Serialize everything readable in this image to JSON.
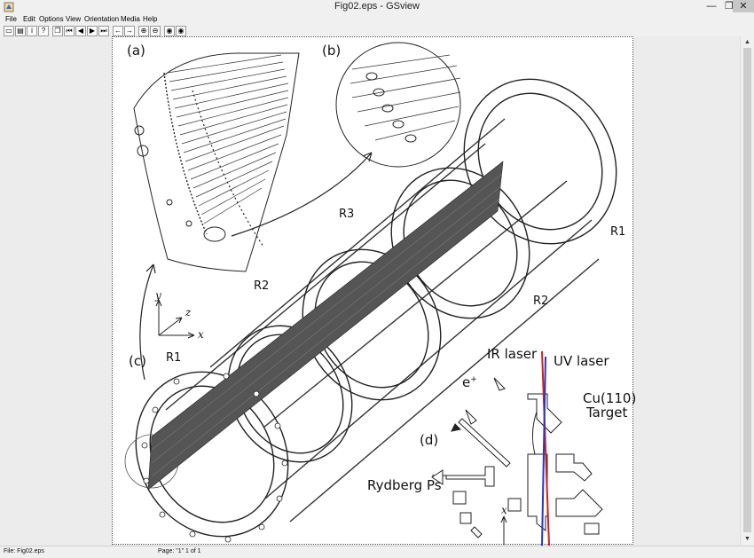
{
  "window": {
    "title": "Fig02.eps - GSview",
    "min_glyph": "—",
    "max_glyph": "❐",
    "close_glyph": "✕"
  },
  "menu": [
    "File",
    "Edit",
    "Options",
    "View",
    "Orientation",
    "Media",
    "Help"
  ],
  "toolbar": {
    "buttons": [
      {
        "name": "open-icon",
        "glyph": "▭"
      },
      {
        "name": "print-icon",
        "glyph": "▤"
      },
      {
        "name": "info-icon",
        "glyph": "i"
      },
      {
        "name": "help-icon",
        "glyph": "?"
      },
      {
        "name": "copy-icon",
        "glyph": "❐"
      },
      {
        "name": "first-page-icon",
        "glyph": "⏮"
      },
      {
        "name": "prev-page-icon",
        "glyph": "◀"
      },
      {
        "name": "next-page-icon",
        "glyph": "▶"
      },
      {
        "name": "last-page-icon",
        "glyph": "⏭"
      },
      {
        "name": "back-icon",
        "glyph": "←"
      },
      {
        "name": "forward-icon",
        "glyph": "→"
      },
      {
        "name": "zoom-in-icon",
        "glyph": "⊕"
      },
      {
        "name": "zoom-out-icon",
        "glyph": "⊖"
      },
      {
        "name": "view-icon",
        "glyph": "◉"
      },
      {
        "name": "full-screen-icon",
        "glyph": "◉"
      }
    ]
  },
  "figure": {
    "panel_a": "(a)",
    "panel_b": "(b)",
    "panel_c": "(c)",
    "panel_d": "(d)",
    "ring_labels": {
      "r1_left": "R1",
      "r2_left": "R2",
      "r3": "R3",
      "r2_right": "R2",
      "r1_right": "R1"
    },
    "axes": {
      "y": "y",
      "z": "z",
      "x": "x"
    },
    "ir_laser": "IR laser",
    "uv_laser": "UV laser",
    "positron": "e",
    "positron_sup": "+",
    "target_line1": "Cu(110)",
    "target_line2": "Target",
    "rydberg": "Rydberg Ps",
    "chamber_axis": "x",
    "ir_color": "#d0201f",
    "uv_color": "#2438c8"
  },
  "scrollbar": {
    "up_glyph": "▲",
    "down_glyph": "▼"
  },
  "status": {
    "file": "File: Fig02.eps",
    "page": "Page: \"1\"  1 of 1"
  }
}
